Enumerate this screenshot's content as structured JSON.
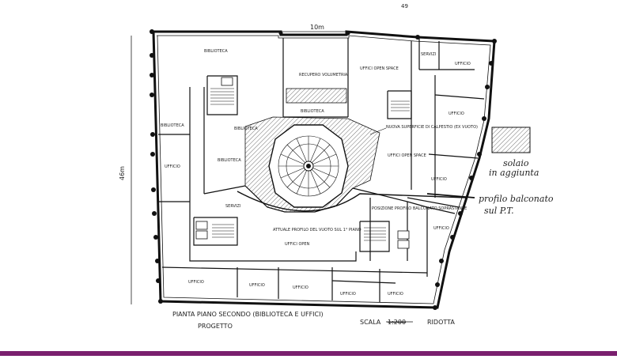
{
  "plan": {
    "page_mark": "49",
    "dim_top": "10m",
    "dim_left": "46m",
    "rooms": {
      "biblioteca_top": "BIBLIOTECA",
      "biblioteca_left": "BIBLIOTECA",
      "biblioteca_center": "BIBLIOTECA",
      "biblioteca_center2": "BIBLIOTECA",
      "biblioteca_atrium": "BIBLIOTECA",
      "ufficio_left": "UFFICIO",
      "recupero": "RECUPERO VOLUMETRIA",
      "uffici_open_top": "UFFICI OPEN SPACE",
      "servizi_top": "SERVIZI",
      "ufficio_top_right": "UFFICIO",
      "ufficio_right": "UFFICIO",
      "uffici_open_right": "UFFICI OPEN SPACE",
      "ufficio_right2": "UFFICIO",
      "ufficio_right3": "UFFICIO",
      "servizi_bl": "SERVIZI",
      "attuale_profilo": "ATTUALE PROFILO DEL VUOTO SUL 1° PIANO",
      "uffici_open_center": "UFFICI OPEN",
      "posizione_profilo": "POSIZIONE PROFILO BALCONATO SOPRASTANTE",
      "ufficio_b1": "UFFICIO",
      "ufficio_b2": "UFFICIO",
      "ufficio_b3": "UFFICIO",
      "ufficio_b4": "UFFICIO",
      "ufficio_b5": "UFFICIO"
    },
    "annotations": {
      "nuova_superficie": "NUOVA SUPERFICIE DI CALPESTIO (EX VUOTO)",
      "legend_text_1": "solaio",
      "legend_text_2": "in aggiunta",
      "profilo_1": "profilo balconato",
      "profilo_2": "sul P.T."
    },
    "caption": {
      "title": "PIANTA PIANO SECONDO (BIBLIOTECA E UFFICI)",
      "subtitle": "PROGETTO",
      "scale_label": "SCALA",
      "scale_struck": "1:200",
      "scale_note": "RIDOTTA"
    }
  },
  "colors": {
    "ink": "#222222",
    "accent_bar": "#7a1f6e"
  }
}
